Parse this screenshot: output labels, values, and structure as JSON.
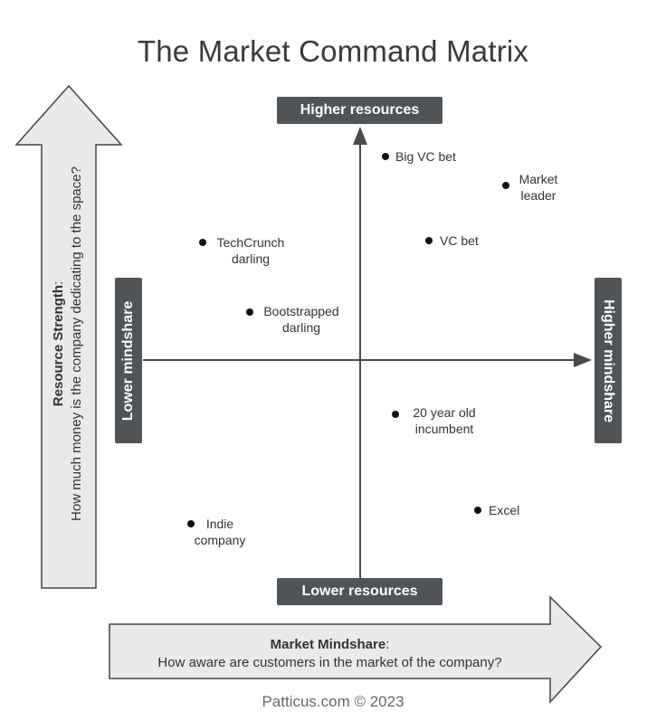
{
  "title": "The Market Command Matrix",
  "axes": {
    "top": "Higher resources",
    "bottom": "Lower resources",
    "left": "Lower mindshare",
    "right": "Higher mindshare"
  },
  "y_axis_description": {
    "bold": "Resource Strength",
    "rest": "How much money is the company dedicating to the space?"
  },
  "x_axis_description": {
    "bold": "Market Mindshare",
    "rest": "How aware are customers in the market of the company?"
  },
  "points": [
    {
      "line1": "Big VC bet",
      "line2": ""
    },
    {
      "line1": "Market",
      "line2": "leader"
    },
    {
      "line1": "TechCrunch",
      "line2": "darling"
    },
    {
      "line1": "VC bet",
      "line2": ""
    },
    {
      "line1": "Bootstrapped",
      "line2": "darling"
    },
    {
      "line1": "20 year old",
      "line2": "incumbent"
    },
    {
      "line1": "Excel",
      "line2": ""
    },
    {
      "line1": "Indie",
      "line2": "company"
    }
  ],
  "footer": "Patticus.com © 2023",
  "colors": {
    "tag_bg": "#4f5459",
    "big_arrow_fill": "#e9eaeb",
    "axis_line": "#4a4a4a"
  }
}
